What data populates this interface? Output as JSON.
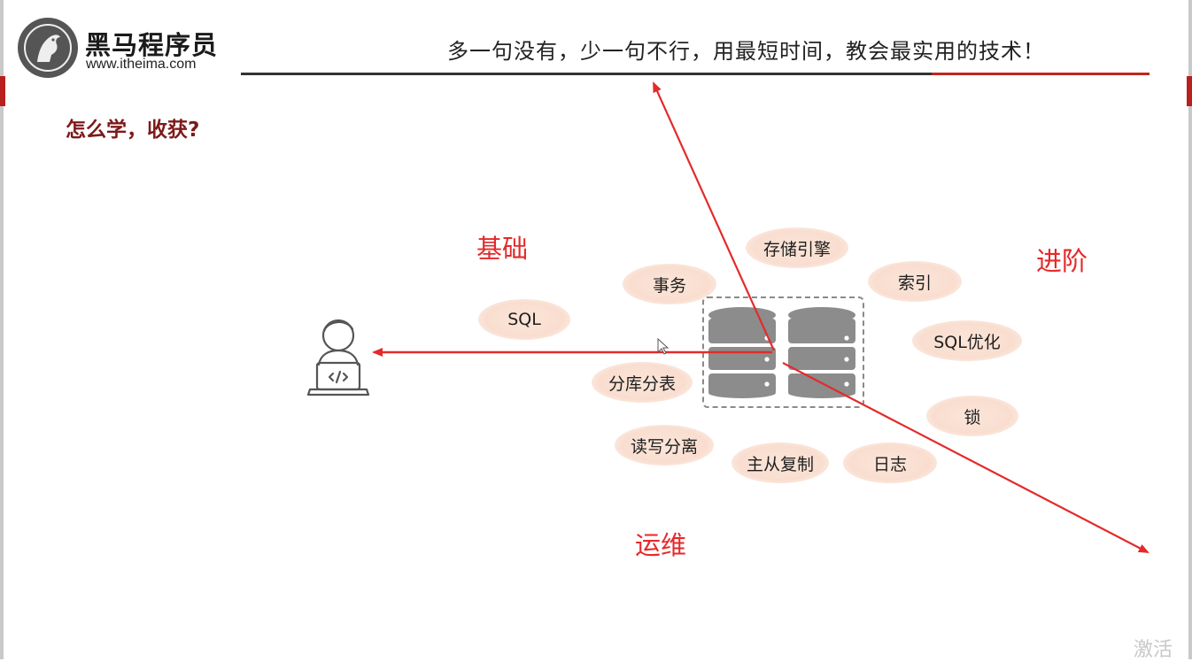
{
  "header": {
    "brand_name": "黑马程序员",
    "brand_url": "www.itheima.com",
    "slogan": "多一句没有，少一句不行，用最短时间，教会最实用的技术！"
  },
  "slide": {
    "title": "怎么学，收获?",
    "categories": {
      "basic": "基础",
      "advanced": "进阶",
      "ops": "运维"
    },
    "topics": {
      "sql": "SQL",
      "transaction": "事务",
      "storage_engine": "存储引擎",
      "index": "索引",
      "sql_optimization": "SQL优化",
      "sharding": "分库分表",
      "lock": "锁",
      "read_write_split": "读写分离",
      "replication": "主从复制",
      "log": "日志"
    }
  },
  "icons": {
    "logo": "horse-head-logo-icon",
    "developer": "developer-laptop-icon",
    "database": "database-server-icon",
    "cursor": "mouse-pointer-icon"
  },
  "colors": {
    "accent_red": "#e42a2a",
    "title_dark_red": "#7d1a1a",
    "cloud_fill": "#f9ded0",
    "db_gray": "#8c8c8c"
  },
  "watermark": "激活"
}
